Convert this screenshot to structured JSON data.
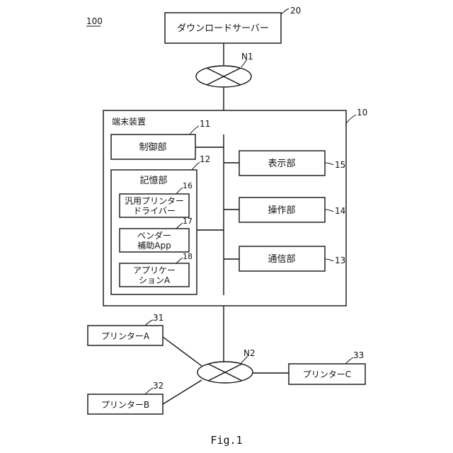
{
  "figure": {
    "id": "100",
    "caption": "Fig.1"
  },
  "download_server": {
    "label": "ダウンロードサーバー",
    "ref": "20"
  },
  "network_n1": {
    "label": "N1"
  },
  "terminal": {
    "title": "端末装置",
    "ref": "10",
    "control": {
      "label": "制御部",
      "ref": "11"
    },
    "storage": {
      "label": "記憶部",
      "ref": "12",
      "generic_driver": {
        "line1": "汎用プリンター",
        "line2": "ドライバー",
        "ref": "16"
      },
      "vendor_app": {
        "line1": "ベンダー",
        "line2": "補助App",
        "ref": "17"
      },
      "application": {
        "line1": "アプリケー",
        "line2": "ションA",
        "ref": "18"
      }
    },
    "display": {
      "label": "表示部",
      "ref": "15"
    },
    "operation": {
      "label": "操作部",
      "ref": "14"
    },
    "communication": {
      "label": "通信部",
      "ref": "13"
    }
  },
  "network_n2": {
    "label": "N2"
  },
  "printers": [
    {
      "label": "プリンターA",
      "ref": "31"
    },
    {
      "label": "プリンターB",
      "ref": "32"
    },
    {
      "label": "プリンターC",
      "ref": "33"
    }
  ]
}
